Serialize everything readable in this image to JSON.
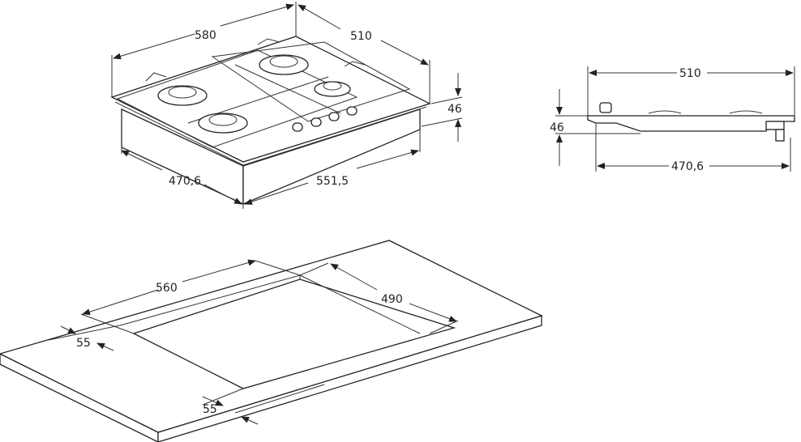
{
  "hob_view": {
    "width_top": "580",
    "depth_top": "510",
    "height": "46",
    "depth_bottom": "470,6",
    "width_bottom": "551,5"
  },
  "side_view": {
    "depth_top": "510",
    "height": "46",
    "depth_bottom": "470,6"
  },
  "cutout_view": {
    "cutout_width": "560",
    "cutout_depth": "490",
    "back_margin": "55",
    "front_margin": "55"
  },
  "colors": {
    "line": "#222222",
    "background": "#ffffff"
  }
}
